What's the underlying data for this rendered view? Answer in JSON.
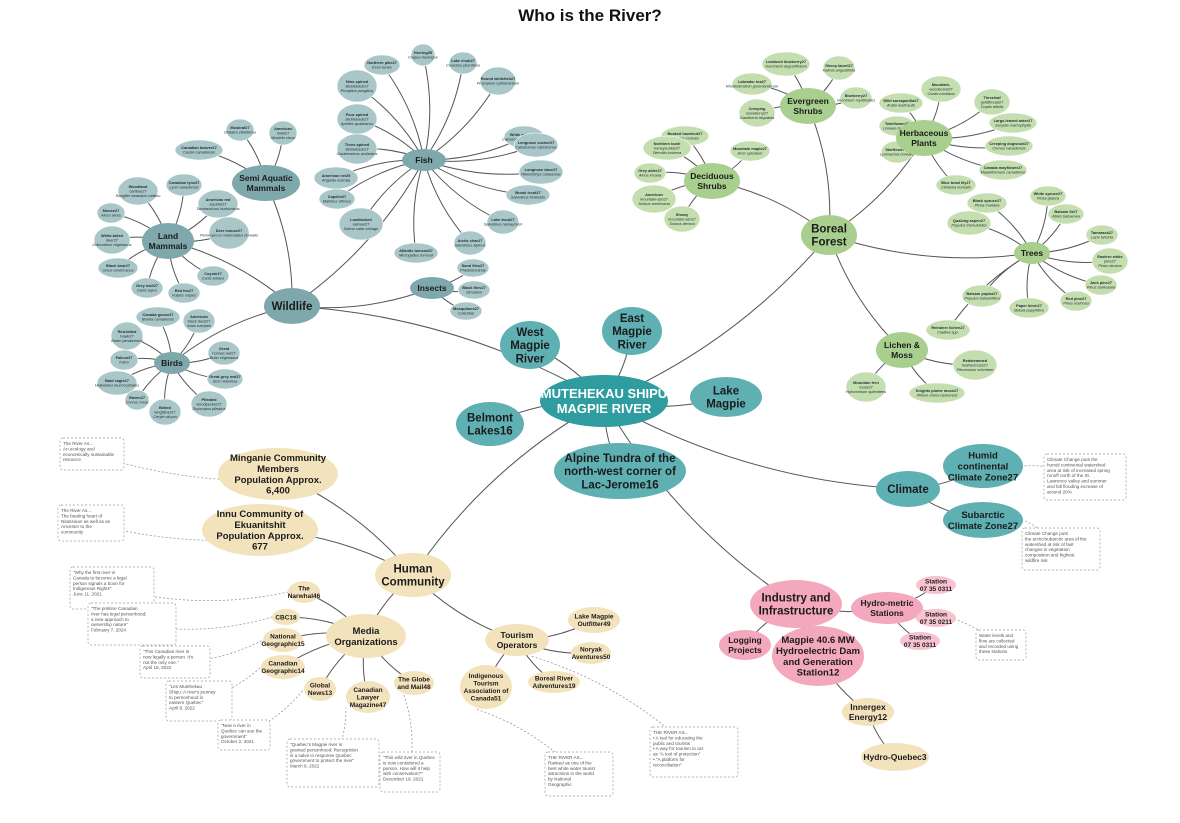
{
  "title": "Who is the River?",
  "colors": {
    "teal": "#5fb0b3",
    "teal_dark": "#2f9c9f",
    "sage": "#7fa8ac",
    "green": "#a9cf8f",
    "green_light": "#c4deb0",
    "cream": "#f3e3bd",
    "pink": "#f3a8bd",
    "pink_light": "#f7c3d1",
    "line": "#555555"
  },
  "nodes": [
    {
      "id": "center",
      "lines": [
        "MUTEHEKAU SHIPU",
        "MAGPIE RIVER"
      ],
      "color": "teal_dark",
      "size": "xl"
    },
    {
      "id": "wildlife",
      "lines": [
        "Wildlife"
      ],
      "color": "sage",
      "size": "m"
    },
    {
      "id": "boreal",
      "lines": [
        "Boreal",
        "Forest"
      ],
      "color": "green",
      "size": "m"
    },
    {
      "id": "west",
      "lines": [
        "West",
        "Magpie",
        "River"
      ],
      "color": "teal",
      "size": "m"
    },
    {
      "id": "east",
      "lines": [
        "East",
        "Magpie",
        "River"
      ],
      "color": "teal",
      "size": "m"
    },
    {
      "id": "lake_magpie",
      "lines": [
        "Lake",
        "Magpie"
      ],
      "color": "teal",
      "size": "m"
    },
    {
      "id": "belmont",
      "lines": [
        "Belmont",
        "Lakes16"
      ],
      "color": "teal",
      "size": "m"
    },
    {
      "id": "alpine",
      "lines": [
        "Alpine Tundra of the",
        "north-west corner of",
        "Lac-Jerome16"
      ],
      "color": "teal",
      "size": "l"
    },
    {
      "id": "climate",
      "lines": [
        "Climate"
      ],
      "color": "teal",
      "size": "m"
    },
    {
      "id": "humid",
      "lines": [
        "Humid",
        "continental",
        "Climate Zone27"
      ],
      "color": "teal",
      "size": "s"
    },
    {
      "id": "subarctic",
      "lines": [
        "Subarctic",
        "Climate Zone27"
      ],
      "color": "teal",
      "size": "s"
    },
    {
      "id": "human",
      "lines": [
        "Human",
        "Community"
      ],
      "color": "cream",
      "size": "m"
    },
    {
      "id": "minganie",
      "lines": [
        "Minganie Community",
        "Members",
        "Population Approx.",
        "6,400"
      ],
      "color": "cream",
      "size": "s"
    },
    {
      "id": "innu",
      "lines": [
        "Innu Community of",
        "Ekuanitshit",
        "Population Approx.",
        "677"
      ],
      "color": "cream",
      "size": "s"
    },
    {
      "id": "media",
      "lines": [
        "Media",
        "Organizations"
      ],
      "color": "cream",
      "size": "s"
    },
    {
      "id": "tourism",
      "lines": [
        "Tourism",
        "Operators"
      ],
      "color": "cream",
      "size": "xs"
    },
    {
      "id": "industry",
      "lines": [
        "Industry and",
        "Infrastructure"
      ],
      "color": "pink",
      "size": "m"
    },
    {
      "id": "hydrometric",
      "lines": [
        "Hydro-metric",
        "Stations"
      ],
      "color": "pink",
      "size": "xs"
    },
    {
      "id": "logging",
      "lines": [
        "Logging",
        "Projects"
      ],
      "color": "pink",
      "size": "xs"
    },
    {
      "id": "dam",
      "lines": [
        "Magpie 40.6 MW",
        "Hydroelectric Dam",
        "and Generation",
        "Station12"
      ],
      "color": "pink",
      "size": "s"
    },
    {
      "id": "st1",
      "lines": [
        "Station",
        "07 35 0311"
      ],
      "color": "pink_light",
      "size": "xxs"
    },
    {
      "id": "st2",
      "lines": [
        "Station",
        "07 35 0211"
      ],
      "color": "pink_light",
      "size": "xxs"
    },
    {
      "id": "st3",
      "lines": [
        "Station",
        "07 35 0311"
      ],
      "color": "pink_light",
      "size": "xxs"
    },
    {
      "id": "innergex",
      "lines": [
        "Innergex",
        "Energy12"
      ],
      "color": "cream",
      "size": "xs"
    },
    {
      "id": "hydroquebec",
      "lines": [
        "Hydro-Quebec3"
      ],
      "color": "cream",
      "size": "xs"
    },
    {
      "id": "fish",
      "lines": [
        "Fish"
      ],
      "color": "sage",
      "size": "xs"
    },
    {
      "id": "insects",
      "lines": [
        "Insects"
      ],
      "color": "sage",
      "size": "xs"
    },
    {
      "id": "birds",
      "lines": [
        "Birds"
      ],
      "color": "sage",
      "size": "xs"
    },
    {
      "id": "landmammals",
      "lines": [
        "Land",
        "Mammals"
      ],
      "color": "sage",
      "size": "xs"
    },
    {
      "id": "semiaquatic",
      "lines": [
        "Semi Aquatic",
        "Mammals"
      ],
      "color": "sage",
      "size": "xs"
    },
    {
      "id": "evergreen",
      "lines": [
        "Evergreen",
        "Shrubs"
      ],
      "color": "green",
      "size": "xs"
    },
    {
      "id": "deciduous",
      "lines": [
        "Deciduous",
        "Shrubs"
      ],
      "color": "green",
      "size": "xs"
    },
    {
      "id": "herbaceous",
      "lines": [
        "Herbaceous",
        "Plants"
      ],
      "color": "green",
      "size": "xs"
    },
    {
      "id": "trees",
      "lines": [
        "Trees"
      ],
      "color": "green",
      "size": "xs"
    },
    {
      "id": "lichen",
      "lines": [
        "Lichen &",
        "Moss"
      ],
      "color": "green",
      "size": "xs"
    },
    {
      "id": "cbc",
      "lines": [
        "CBC18"
      ],
      "color": "cream",
      "size": "xxs"
    },
    {
      "id": "narwhal",
      "lines": [
        "The",
        "Narwhal46"
      ],
      "color": "cream",
      "size": "xxs"
    },
    {
      "id": "natgeo",
      "lines": [
        "National",
        "Geographic15"
      ],
      "color": "cream",
      "size": "xxs"
    },
    {
      "id": "cangeo",
      "lines": [
        "Canadian",
        "Geographic14"
      ],
      "color": "cream",
      "size": "xxs"
    },
    {
      "id": "globalnews",
      "lines": [
        "Global",
        "News13"
      ],
      "color": "cream",
      "size": "xxs"
    },
    {
      "id": "canlawyer",
      "lines": [
        "Canadian",
        "Lawyer",
        "Magazine47"
      ],
      "color": "cream",
      "size": "xxs"
    },
    {
      "id": "globemail",
      "lines": [
        "The Globe",
        "and Mail48"
      ],
      "color": "cream",
      "size": "xxs"
    },
    {
      "id": "lakemagpieout",
      "lines": [
        "Lake Magpie",
        "Outfitter49"
      ],
      "color": "cream",
      "size": "xxs"
    },
    {
      "id": "noryak",
      "lines": [
        "Noryak",
        "Aventures50"
      ],
      "color": "cream",
      "size": "xxs"
    },
    {
      "id": "borealriver",
      "lines": [
        "Boreal River",
        "Adventures19"
      ],
      "color": "cream",
      "size": "xxs"
    },
    {
      "id": "itac",
      "lines": [
        "Indigenous",
        "Tourism",
        "Association of",
        "Canada51"
      ],
      "color": "cream",
      "size": "xxs"
    }
  ],
  "species": [
    {
      "lines": [
        "Herring35",
        "Clupea harengus"
      ],
      "color": "sage"
    },
    {
      "lines": [
        "Lake chub27",
        "Couesius plumbeus"
      ],
      "color": "sage"
    },
    {
      "lines": [
        "Northern pike27",
        "Esox lucius"
      ],
      "color": "sage"
    },
    {
      "lines": [
        "Round whitefish27",
        "Prosopium cylindraceum"
      ],
      "color": "sage"
    },
    {
      "lines": [
        "Nine-spined",
        "stickleback27",
        "Pungitius pungitius"
      ],
      "color": "sage"
    },
    {
      "lines": [
        "Four-spined",
        "stickleback27",
        "Apeltes quadracus"
      ],
      "color": "sage"
    },
    {
      "lines": [
        "White sucker27",
        "Catostomus commersonii"
      ],
      "color": "sage"
    },
    {
      "lines": [
        "Three-spined",
        "stickleback27",
        "Gasterosteus aculeatus"
      ],
      "color": "sage"
    },
    {
      "lines": [
        "Longnose sucker27",
        "Catostomus catostomus"
      ],
      "color": "sage"
    },
    {
      "lines": [
        "Longnose dace27",
        "Rhinichthys cataractae"
      ],
      "color": "sage"
    },
    {
      "lines": [
        "American eel29",
        "Anguilla rostrata"
      ],
      "color": "sage"
    },
    {
      "lines": [
        "Capelin27",
        "Mallotus villosus"
      ],
      "color": "sage"
    },
    {
      "lines": [
        "Brook trout27",
        "Salvelinus fontinalis"
      ],
      "color": "sage"
    },
    {
      "lines": [
        "Landlocked",
        "salmon27",
        "Salmo salar sebago"
      ],
      "color": "sage"
    },
    {
      "lines": [
        "Lake trout27",
        "Salvelinus namaycush"
      ],
      "color": "sage"
    },
    {
      "lines": [
        "Atlantic tomcod27",
        "Microgadus tomcod"
      ],
      "color": "sage"
    },
    {
      "lines": [
        "Arctic char27",
        "Salvelinus alpinus"
      ],
      "color": "sage"
    },
    {
      "lines": [
        "Sand flies27",
        "Phlebotominae"
      ],
      "color": "sage"
    },
    {
      "lines": [
        "Black flies27",
        "Simulium"
      ],
      "color": "sage"
    },
    {
      "lines": [
        "Mosquitoes27",
        "Culicidae"
      ],
      "color": "sage"
    },
    {
      "lines": [
        "Muskrat27",
        "Ondatra zibethicus"
      ],
      "color": "sage"
    },
    {
      "lines": [
        "American",
        "mink27",
        "Mustela vison"
      ],
      "color": "sage"
    },
    {
      "lines": [
        "Canadian beaver27",
        "Castor canadensis"
      ],
      "color": "sage"
    },
    {
      "lines": [
        "Woodland",
        "caribou27",
        "Rangifer tarandus caribou"
      ],
      "color": "sage"
    },
    {
      "lines": [
        "Canadian lynx27",
        "Lynx canadensis"
      ],
      "color": "sage"
    },
    {
      "lines": [
        "Moose27",
        "Alces alces"
      ],
      "color": "sage"
    },
    {
      "lines": [
        "American red",
        "squirrel27",
        "Tamiasciurus hudsonicus"
      ],
      "color": "sage"
    },
    {
      "lines": [
        "White-tailed",
        "deer27",
        "Odocoileus virginianus"
      ],
      "color": "sage"
    },
    {
      "lines": [
        "Deer mouse27",
        "Peromyscus maniculatus borealis"
      ],
      "color": "sage"
    },
    {
      "lines": [
        "Black bear27",
        "Ursus americanus"
      ],
      "color": "sage"
    },
    {
      "lines": [
        "Coyote27",
        "Canis latrans"
      ],
      "color": "sage"
    },
    {
      "lines": [
        "Grey wolf27",
        "Canis lupus"
      ],
      "color": "sage"
    },
    {
      "lines": [
        "Red fox27",
        "Vulpes vulpes"
      ],
      "color": "sage"
    },
    {
      "lines": [
        "Canada goose27",
        "Branta canadensis"
      ],
      "color": "sage"
    },
    {
      "lines": [
        "American",
        "black duck27",
        "Anas rubripes"
      ],
      "color": "sage"
    },
    {
      "lines": [
        "Red-tailed",
        "hawk27",
        "Buteo jamaicensis"
      ],
      "color": "sage"
    },
    {
      "lines": [
        "Great",
        "horned owl27",
        "Bubo virginianus"
      ],
      "color": "sage"
    },
    {
      "lines": [
        "Falcon27",
        "Falco"
      ],
      "color": "sage"
    },
    {
      "lines": [
        "Great grey owl27",
        "Strix nebulosa"
      ],
      "color": "sage"
    },
    {
      "lines": [
        "Bald eagle27",
        "Haliaeetus leucocephalus"
      ],
      "color": "sage"
    },
    {
      "lines": [
        "Pileated",
        "woodpecker27",
        "Dryocopus pileatus"
      ],
      "color": "sage"
    },
    {
      "lines": [
        "Raven27",
        "Corvus corax"
      ],
      "color": "sage"
    },
    {
      "lines": [
        "Belted",
        "kingfisher27",
        "Ceryle alcyon"
      ],
      "color": "sage"
    },
    {
      "lines": [
        "Lowbush blueberry27",
        "Vaccinium angustifolium"
      ],
      "color": "green"
    },
    {
      "lines": [
        "Sheep laurel27",
        "Kalmia angustifolia"
      ],
      "color": "green"
    },
    {
      "lines": [
        "Labrador tea27",
        "Rhododendron groenlandicum"
      ],
      "color": "green"
    },
    {
      "lines": [
        "Blueberry27",
        "Vaccinium myrtilloides"
      ],
      "color": "green"
    },
    {
      "lines": [
        "Creeping",
        "snowberry27",
        "Gaultheria hispidula"
      ],
      "color": "green"
    },
    {
      "lines": [
        "Beaked hazelnut27",
        "Corylus cornuta"
      ],
      "color": "green"
    },
    {
      "lines": [
        "Northern bush",
        "honeysuckle27",
        "Diervilla lonicera"
      ],
      "color": "green"
    },
    {
      "lines": [
        "Mountain maple27",
        "Acer spicatum"
      ],
      "color": "green"
    },
    {
      "lines": [
        "Grey alder27",
        "Alnus incana"
      ],
      "color": "green"
    },
    {
      "lines": [
        "American",
        "mountain-ash27",
        "Sorbus americana"
      ],
      "color": "green"
    },
    {
      "lines": [
        "Showy",
        "mountain-ash27",
        "Sorbus decora"
      ],
      "color": "green"
    },
    {
      "lines": [
        "Mountain-",
        "woodsorrel27",
        "Oxalis montana"
      ],
      "color": "green"
    },
    {
      "lines": [
        "Wild sarsaparilla27",
        "Aralia nudicaulis"
      ],
      "color": "green"
    },
    {
      "lines": [
        "Threeleaf",
        "goldthread27",
        "Coptis trifolia"
      ],
      "color": "green"
    },
    {
      "lines": [
        "Twinflower27",
        "Linnaea borealis"
      ],
      "color": "green"
    },
    {
      "lines": [
        "Large-leaved aster27",
        "Eurybia macrophylla"
      ],
      "color": "green"
    },
    {
      "lines": [
        "Creeping dogwood27",
        "Cornus canadensis"
      ],
      "color": "green"
    },
    {
      "lines": [
        "Starflower27",
        "Lysimachia borealis"
      ],
      "color": "green"
    },
    {
      "lines": [
        "Canada mayflower27",
        "Maianthemum canadense"
      ],
      "color": "green"
    },
    {
      "lines": [
        "Blue bead lily27",
        "Clintonia borealis"
      ],
      "color": "green"
    },
    {
      "lines": [
        "Black spruce27",
        "Picea mariana"
      ],
      "color": "green"
    },
    {
      "lines": [
        "White spruce27",
        "Picea glauca"
      ],
      "color": "green"
    },
    {
      "lines": [
        "Balsam fir27",
        "Abies balsamea"
      ],
      "color": "green"
    },
    {
      "lines": [
        "Quaking aspen27",
        "Populus tremuloides"
      ],
      "color": "green"
    },
    {
      "lines": [
        "Tamarack27",
        "Larix laricina"
      ],
      "color": "green"
    },
    {
      "lines": [
        "Eastern white",
        "pine27",
        "Pinus strobus"
      ],
      "color": "green"
    },
    {
      "lines": [
        "Jack pine27",
        "Pinus banksiana"
      ],
      "color": "green"
    },
    {
      "lines": [
        "Balsam poplar27",
        "Populus balsamifera"
      ],
      "color": "green"
    },
    {
      "lines": [
        "Paper birch27",
        "Betula papyrifera"
      ],
      "color": "green"
    },
    {
      "lines": [
        "Red pine27",
        "Pinus resinosa"
      ],
      "color": "green"
    },
    {
      "lines": [
        "Reindeer lichen27",
        "Cladina spp."
      ],
      "color": "green"
    },
    {
      "lines": [
        "Redstemmed",
        "feathermoss27",
        "Pleurozium schreberi"
      ],
      "color": "green"
    },
    {
      "lines": [
        "Mountain fern",
        "moss27",
        "Hylocomium splendens"
      ],
      "color": "green"
    },
    {
      "lines": [
        "Knights plume moss27",
        "Ptilium crista-castrensis"
      ],
      "color": "green"
    }
  ],
  "notes": [
    {
      "lines": [
        "The River As...",
        "An ecology and",
        "economically sustainable",
        "resource"
      ]
    },
    {
      "lines": [
        "The River As...",
        "The beating heart of",
        "Nitassinan as well as an",
        "Ancestor to the",
        "community"
      ]
    },
    {
      "lines": [
        "\"Why the first river in",
        "Canada to become a legal",
        "person signals a boon for",
        "Indigenous Rights\"",
        "June 11, 2021"
      ]
    },
    {
      "lines": [
        "\"The pristine Canadian",
        "river has legal personhood;",
        "a new approach to",
        "ownership nature\"",
        "February 7, 2024"
      ]
    },
    {
      "lines": [
        "\"This Canadian river is",
        "now legally a person. It's",
        "not the only one.\"",
        "April 15, 2022"
      ]
    },
    {
      "lines": [
        "\"Les Mutehekau",
        "Shipu: A river's journey",
        "to personhood in",
        "eastern Quebec\"",
        "April 8, 2022"
      ]
    },
    {
      "lines": [
        "\"Now a river in",
        "Quebec can sue the",
        "government\"",
        "October 2, 2021"
      ]
    },
    {
      "lines": [
        "\"Quebec's Magpie river is",
        "granted personhood: Recognition",
        "is a salve in response Quebec",
        "government to protect the river\"",
        "March 9, 2021"
      ]
    },
    {
      "lines": [
        "\"This wild river in Quebec",
        "is now considered a",
        "person. How will it help",
        "with conservation?\"",
        "December 19, 2021"
      ]
    },
    {
      "lines": [
        "THE RIVER AS...",
        "Ranked as one of the",
        "best white water tourist",
        "attractions in the world",
        "by National",
        "Geographic"
      ]
    },
    {
      "lines": [
        "THE RIVER AS...",
        "• A tool for educating the",
        "  public and tourists",
        "• A way for tourism to act",
        "  as \"A tool of protection\"",
        "• \"A platform for",
        "  reconciliation\""
      ]
    },
    {
      "lines": [
        "Climate Change puts the",
        "humid continental watershed",
        "area at risk of increased spring",
        "runoff north of the St.",
        "Lawrence valley and summer",
        "and fall flooding increase of",
        "around 20%"
      ]
    },
    {
      "lines": [
        "Climate Change puts",
        "the arctic/subarctic area of the",
        "watershed at risk of fast",
        "changes in vegetation",
        "composition and highest",
        "wildfire risk"
      ]
    },
    {
      "lines": [
        "Water levels and",
        "flow are collected",
        "and recorded using",
        "these stations"
      ]
    }
  ]
}
